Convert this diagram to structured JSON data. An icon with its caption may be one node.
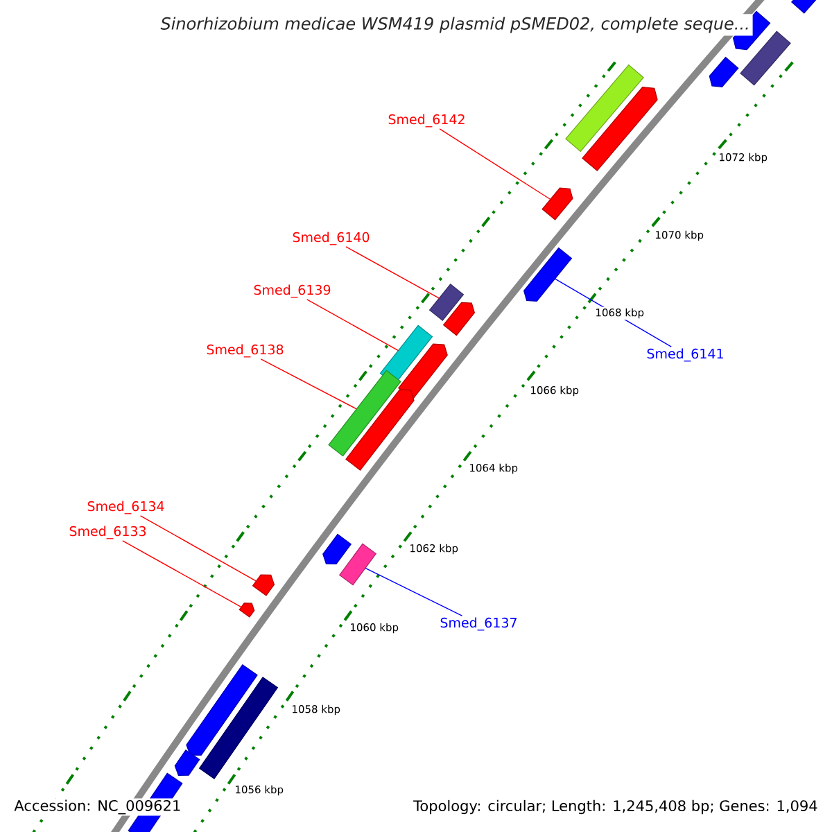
{
  "diagram": {
    "title": "Sinorhizobium medicae WSM419 plasmid pSMED02, complete seque...",
    "nodes": [
      {
        "text": [
          "Smed_6142"
        ]
      },
      {
        "text": [
          "Smed_6140"
        ]
      },
      {
        "text": [
          "Smed_6139"
        ]
      },
      {
        "text": [
          "Smed_6138"
        ]
      },
      {
        "text": [
          "Smed_6134"
        ]
      },
      {
        "text": [
          "Smed_6133"
        ]
      },
      {
        "text": [
          "Smed_6141"
        ]
      },
      {
        "text": [
          "Smed_6137"
        ]
      },
      {
        "text": [],
        "shape": "arrow"
      },
      {
        "text": [],
        "shape": "bar"
      },
      {
        "text": [],
        "shape": "bar"
      },
      {
        "text": [],
        "shape": "bar"
      },
      {
        "text": [],
        "shape": "arrow"
      },
      {
        "text": [],
        "shape": "arrow"
      },
      {
        "text": [],
        "shape": "arrow"
      },
      {
        "text": [],
        "shape": "bar"
      },
      {
        "text": [],
        "shape": "arrow"
      },
      {
        "text": [],
        "shape": "bar"
      },
      {
        "text": [],
        "shape": "arrow"
      },
      {
        "text": [],
        "shape": "arrow"
      },
      {
        "text": [],
        "shape": "arrow"
      },
      {
        "text": [],
        "shape": "arrow"
      },
      {
        "text": [],
        "shape": "arrow"
      },
      {
        "text": [],
        "shape": "bar"
      },
      {
        "text": [],
        "shape": "arrow"
      },
      {
        "text": [],
        "shape": "bar"
      },
      {
        "text": [],
        "shape": "arrow"
      },
      {
        "text": [],
        "shape": "arrow"
      },
      {
        "text": [],
        "shape": "bar"
      },
      {
        "text": [],
        "shape": "bar"
      }
    ],
    "edges": [
      {
        "from": 0,
        "to": 8,
        "arrow": "none"
      },
      {
        "from": 1,
        "to": 9,
        "arrow": "none"
      },
      {
        "from": 2,
        "to": 10,
        "arrow": "none"
      },
      {
        "from": 3,
        "to": 11,
        "arrow": "none"
      },
      {
        "from": 4,
        "to": 12,
        "arrow": "none"
      },
      {
        "from": 5,
        "to": 13,
        "arrow": "none"
      },
      {
        "from": 6,
        "to": 14,
        "arrow": "none",
        "color": "#0000ff"
      },
      {
        "from": 7,
        "to": 15,
        "arrow": "none",
        "color": "#0000ff"
      }
    ],
    "labels": [
      "1072 kbp",
      "1070 kbp",
      "1068 kbp",
      "1066 kbp",
      "1064 kbp",
      "1062 kbp",
      "1060 kbp",
      "1058 kbp",
      "1056 kbp",
      "Accession: NC_009621",
      "Topology: circular; Length: 1,245,408 bp; Genes: 1,094"
    ]
  }
}
